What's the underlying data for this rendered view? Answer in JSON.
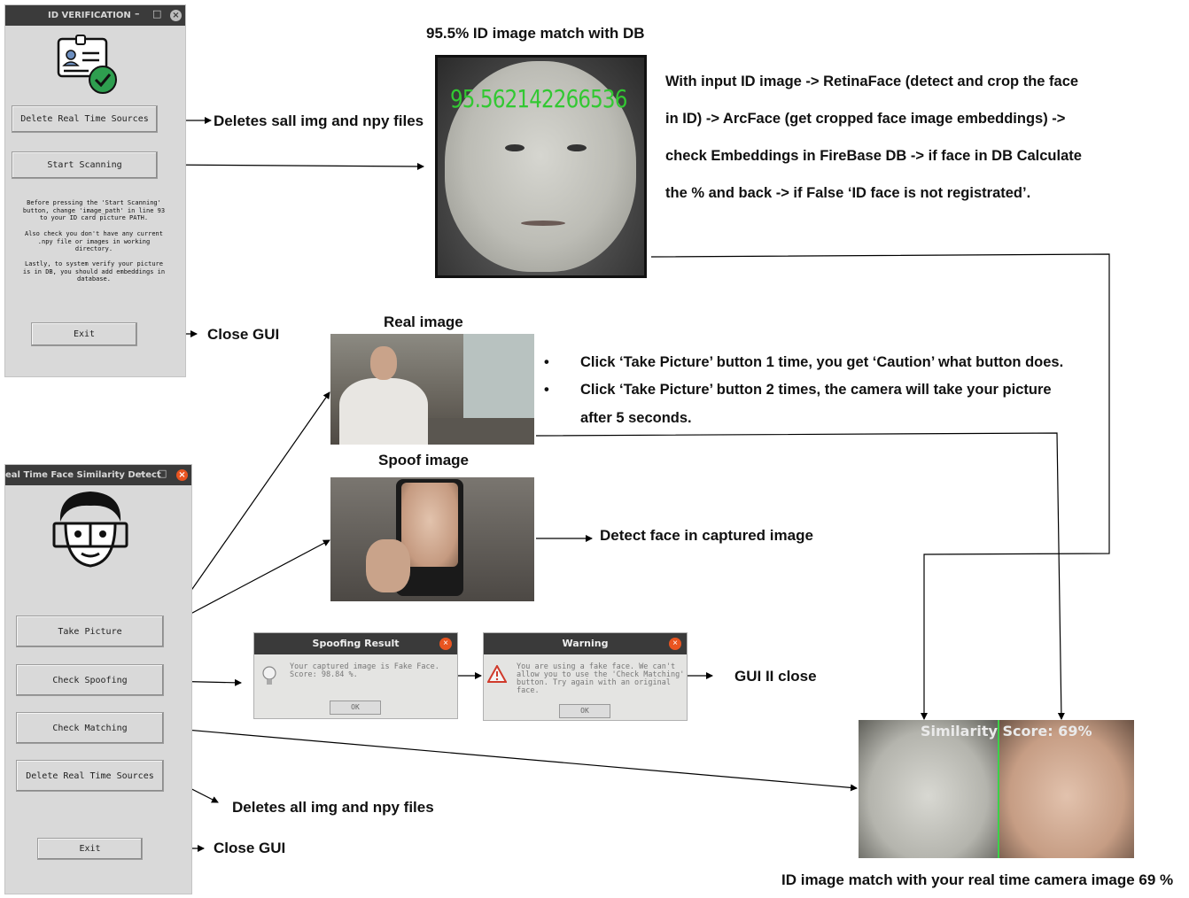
{
  "gui1": {
    "title": "ID VERIFICATION",
    "minimize_glyph": "–",
    "maximize_glyph": "□",
    "close_glyph": "×",
    "logo_icon": "id-card-check-icon",
    "buttons": {
      "delete": "Delete Real Time Sources",
      "start": "Start Scanning",
      "exit": "Exit"
    },
    "instructions": [
      "Before pressing the 'Start Scanning'\nbutton, change 'image_path' in line 93\nto your ID card picture PATH.",
      "Also check you don't have any current\n.npy file or images in working\ndirectory.",
      "Lastly, to system verify your picture\nis in DB, you should add embeddings in\ndatabase."
    ]
  },
  "gui2": {
    "title": "eal Time Face Similarity Detect",
    "minimize_glyph": "–",
    "maximize_glyph": "□",
    "close_glyph": "×",
    "logo_icon": "face-scan-icon",
    "buttons": {
      "take": "Take Picture",
      "spoof": "Check Spoofing",
      "match": "Check Matching",
      "delete": "Delete Real Time Sources",
      "exit": "Exit"
    }
  },
  "annotations": {
    "deletes_sall": "Deletes sall img and npy files",
    "close_gui_1": "Close GUI",
    "id_match_title": "95.5% ID image match with DB",
    "id_match_overlay": "95.562142266536",
    "real_image": "Real image",
    "spoof_image": "Spoof image",
    "detect_face": "Detect face in captured image",
    "gui_ii_close": "GUI II close",
    "deletes_all": "Deletes all img and npy files",
    "close_gui_2": "Close GUI",
    "similarity_overlay": "Similarity Score: 69%",
    "final_caption": "ID image match with your real time camera image 69 %"
  },
  "pipeline_desc": [
    "With input ID image -> RetinaFace (detect and crop the face",
    "in ID) -> ArcFace (get cropped face image embeddings) ->",
    "check Embeddings in FireBase DB -> if face in DB Calculate",
    "the % and back -> if False ‘ID face is not registrated’."
  ],
  "take_picture_notes": [
    "Click ‘Take Picture’ button 1 time, you get ‘Caution’ what button does.",
    "Click ‘Take Picture’ button 2 times, the camera will take your picture",
    "after 5 seconds."
  ],
  "dialogs": {
    "spoofing": {
      "title": "Spoofing Result",
      "message": "Your captured image is Fake Face.\nScore: 98.84 %.",
      "ok": "OK",
      "icon": "lightbulb-icon"
    },
    "warning": {
      "title": "Warning",
      "message": "You are using a fake face. We can't\nallow you to use the 'Check Matching'\nbutton. Try again with an original\nface.",
      "ok": "OK",
      "icon": "warning-triangle-icon"
    }
  },
  "colors": {
    "window_bg": "#d9d9d9",
    "titlebar": "#3b3b3b",
    "close_red": "#e95420",
    "overlay_green": "#32c832"
  }
}
